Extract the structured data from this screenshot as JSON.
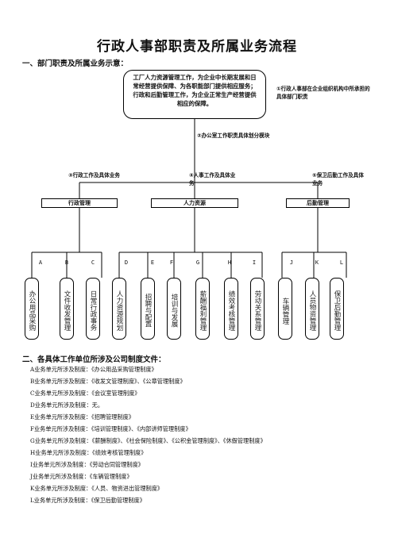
{
  "title": "行政人事部职责及所属业务流程",
  "section1": "一、部门职责及所属业务示意：",
  "top_box": "工厂人力资源管理工作，为企业中长期发展和日常经营提供保障、为各职能部门提供相应服务；行政和后勤管理工作，为企业正常生产经营提供相应的保障。",
  "note1": "①行政人事部在企业组织机构中所承担的具体部门职责",
  "note2": "②办公室工作职责具体划分模块",
  "note3": "③行政工作及具体业务",
  "note4": "④人事工作及具体业务",
  "note5": "⑤保卫后勤工作及具体业务",
  "departments": [
    "行政管理",
    "人力资源",
    "后勤管理"
  ],
  "letters": [
    "A",
    "B",
    "C",
    "D",
    "E",
    "F",
    "G",
    "H",
    "I",
    "J",
    "K",
    "L"
  ],
  "leaves": [
    "办公用品采购",
    "文件收发管理",
    "日常行政事务",
    "人力资源规划",
    "招聘与配置",
    "培训与发展",
    "薪酬福利管理",
    "绩效考核管理",
    "劳动关系管理",
    "车辆管理",
    "人员物资管理",
    "保卫后勤管理"
  ],
  "section2": "二、各具体工作单位所涉及公司制度文件：",
  "items": [
    "A业务单元所涉及制度：《办公用品采购管理制度》",
    "B业务单元所涉及制度：《收发文管理制度》、《公章管理制度》",
    "C业务单元所涉及制度：《会议室管理制度》",
    "D业务单元所涉及制度：无。",
    "E业务单元所涉及制度：《招聘管理制度》",
    "F业务单元所涉及制度：《培训管理制度》、《内部讲师管理制度》",
    "G业务单元所涉及制度：《薪酬制度》、《社会保险制度》、《公积金管理制度》、《休假管理制度》",
    "H业务单元所涉及制度：《绩效考核管理制度》",
    "I业务单元所涉及制度：《劳动合同管理制度》",
    "J业务单元所涉及制度：《车辆管理制度》",
    "K业务单元所涉及制度：《人员、物资进出管理制度》",
    "L业务单元所涉及制度：《保卫后勤管理制度》"
  ]
}
